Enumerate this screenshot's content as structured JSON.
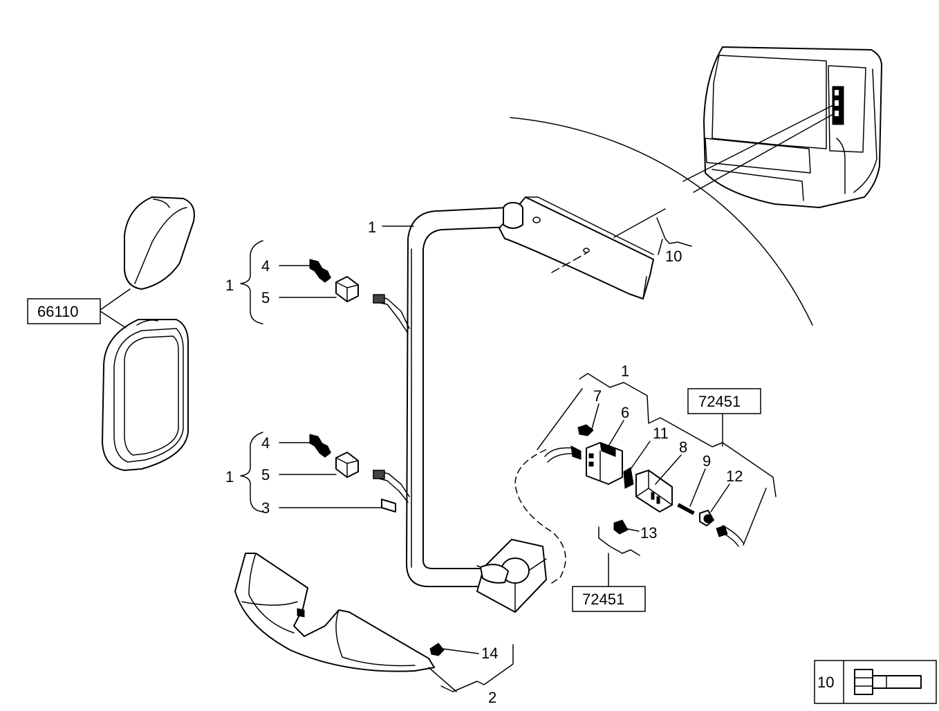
{
  "callouts": {
    "c1_top": "1",
    "c1_upper_group": "1",
    "c1_lower_group": "1",
    "c1_bracket": "1",
    "c2": "2",
    "c3": "3",
    "c4_upper": "4",
    "c4_lower": "4",
    "c5_upper": "5",
    "c5_lower": "5",
    "c6": "6",
    "c7": "7",
    "c8": "8",
    "c9": "9",
    "c10": "10",
    "c11": "11",
    "c12": "12",
    "c13": "13",
    "c14": "14"
  },
  "reference_boxes": {
    "mirror_ref": "66110",
    "connector_ref_upper": "72451",
    "connector_ref_lower": "72451"
  },
  "legend": {
    "number": "10",
    "icon": "bolt-icon"
  }
}
